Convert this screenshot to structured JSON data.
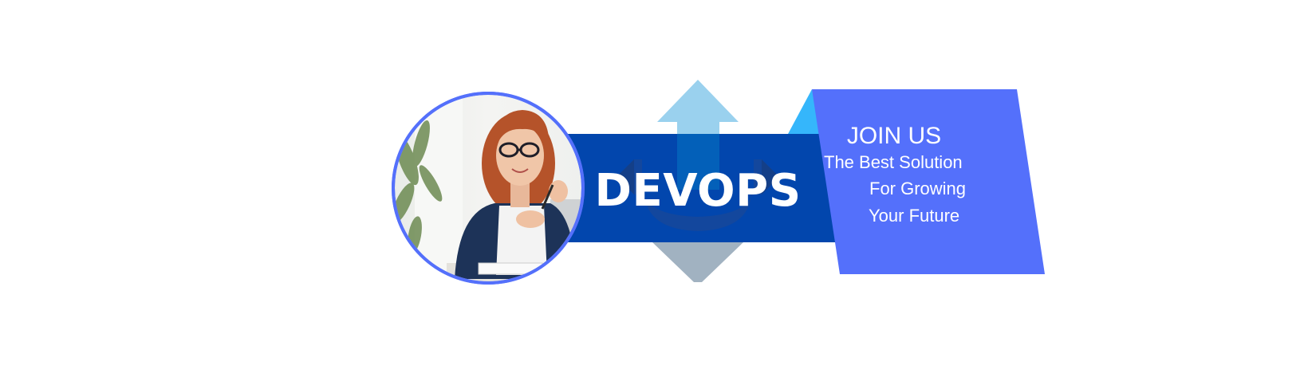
{
  "banner": {
    "main_title": "DEVOPS",
    "cta_heading": "JOIN US",
    "tagline_line1": "The Best Solution",
    "tagline_line2": "For Growing",
    "tagline_line3": "Your Future"
  },
  "photo": {
    "subject": "smiling woman with red hair and glasses at a desk holding a pen"
  },
  "icons": {
    "decorative": "arrows-cycle-icon"
  },
  "colors": {
    "dark_blue": "#0246ad",
    "panel_blue": "#5470fb",
    "accent_cyan": "#35b6fb",
    "arrow_light": "#9ad1ee",
    "arrow_gray": "#a1b2c1",
    "photo_ring": "#5470fb"
  }
}
